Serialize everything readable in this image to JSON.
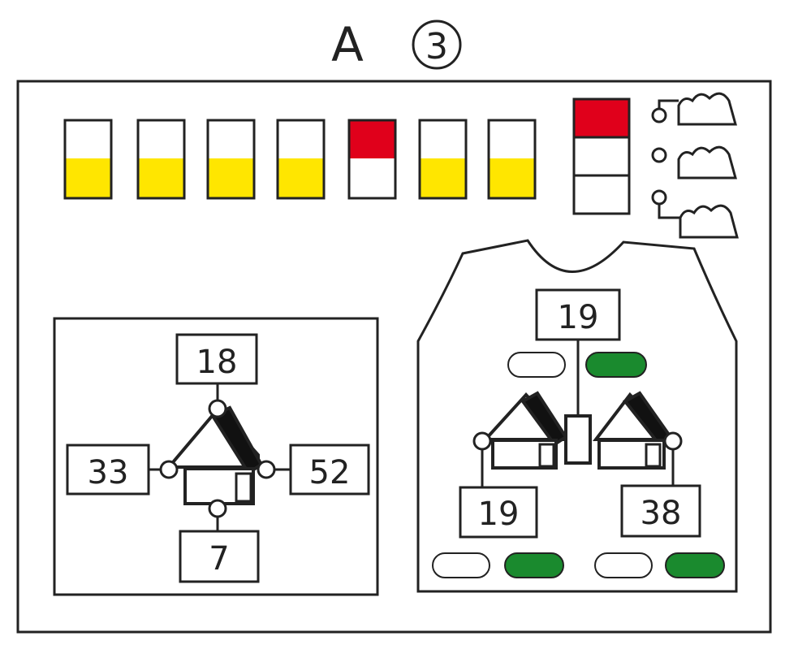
{
  "header": {
    "letter": "A",
    "number": "3"
  },
  "colors": {
    "yellow": "#ffe600",
    "red": "#e0001b",
    "green": "#1a8a2e",
    "ink": "#1a1a1a",
    "white": "#ffffff"
  },
  "meter_row": [
    {
      "top": "white",
      "bottom": "yellow"
    },
    {
      "top": "white",
      "bottom": "yellow"
    },
    {
      "top": "white",
      "bottom": "yellow"
    },
    {
      "top": "white",
      "bottom": "yellow"
    },
    {
      "top": "red",
      "bottom": "white"
    },
    {
      "top": "white",
      "bottom": "yellow"
    },
    {
      "top": "white",
      "bottom": "yellow"
    }
  ],
  "tall_meter": [
    "red",
    "white",
    "white"
  ],
  "left_panel": {
    "top": "18",
    "left": "33",
    "right": "52",
    "bottom": "7"
  },
  "right_panel": {
    "top": "19",
    "bottom_left": "19",
    "bottom_right": "38",
    "pill_pairs": [
      {
        "left": "white",
        "right": "green"
      },
      {
        "left": "white",
        "right": "green"
      },
      {
        "left": "white",
        "right": "green"
      }
    ]
  }
}
